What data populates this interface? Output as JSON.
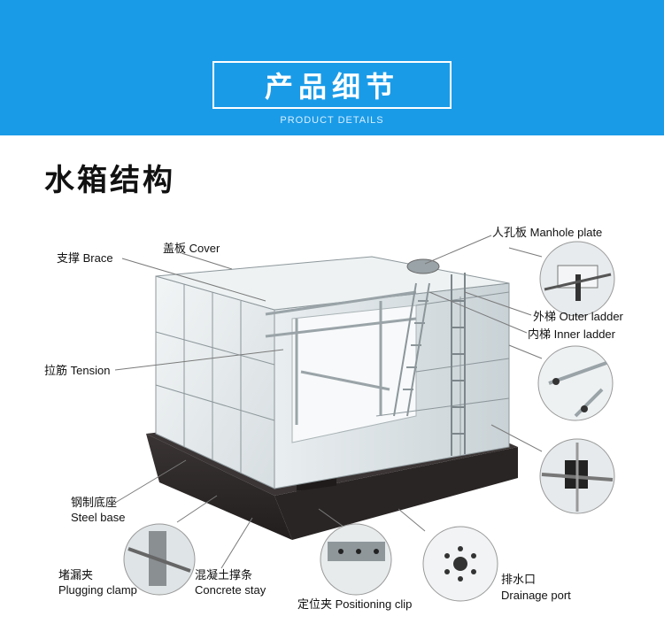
{
  "header": {
    "title": "产品细节",
    "subtitle": "PRODUCT DETAILS"
  },
  "section": {
    "title": "水箱结构"
  },
  "labels": {
    "brace": "支撑 Brace",
    "cover": "盖板 Cover",
    "manhole": "人孔板 Manhole plate",
    "outer_ladder": "外梯 Outer ladder",
    "inner_ladder": "内梯 Inner ladder",
    "tension": "拉筋 Tension",
    "steel_base_cn": "钢制底座",
    "steel_base_en": "Steel base",
    "plugging_cn": "堵漏夹",
    "plugging_en": "Plugging clamp",
    "concrete_cn": "混凝土撑条",
    "concrete_en": "Concrete stay",
    "positioning": "定位夹 Positioning clip",
    "drainage_cn": "排水口",
    "drainage_en": "Drainage port"
  },
  "colors": {
    "banner": "#1a9be8",
    "base": "#2f2a2a",
    "panel": "#e6ecee"
  }
}
